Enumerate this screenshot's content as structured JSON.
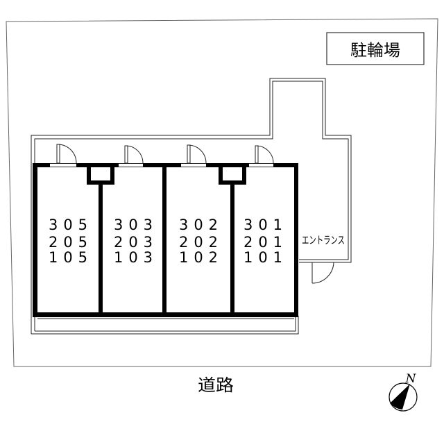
{
  "plan": {
    "bicycle_parking_label": "駐輪場",
    "entrance_label": "エントランス",
    "road_label": "道路",
    "compass_north_label": "N",
    "units": [
      {
        "rooms": [
          "305",
          "205",
          "105"
        ]
      },
      {
        "rooms": [
          "303",
          "203",
          "103"
        ]
      },
      {
        "rooms": [
          "302",
          "202",
          "102"
        ]
      },
      {
        "rooms": [
          "301",
          "201",
          "101"
        ]
      }
    ],
    "colors": {
      "wall": "#000000",
      "outline": "#222222",
      "boundary": "#666666",
      "background": "#ffffff"
    }
  }
}
